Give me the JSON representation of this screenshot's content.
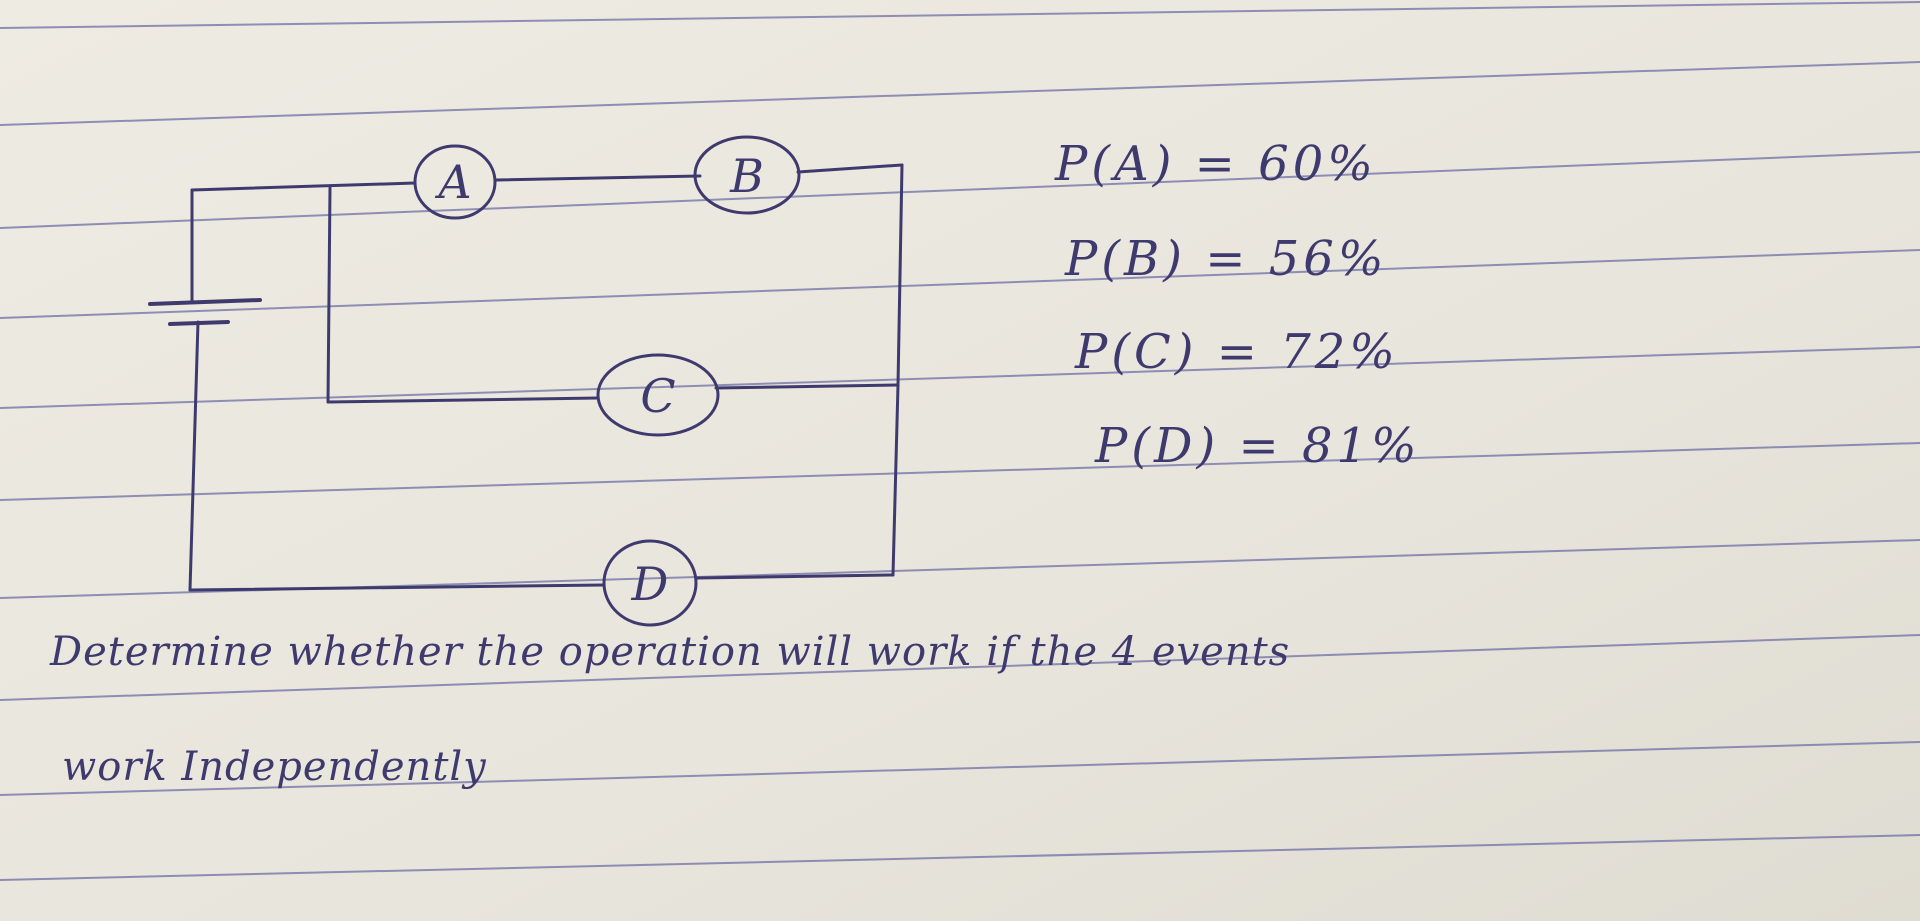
{
  "components": [
    {
      "id": "A",
      "label": "A"
    },
    {
      "id": "B",
      "label": "B"
    },
    {
      "id": "C",
      "label": "C"
    },
    {
      "id": "D",
      "label": "D"
    }
  ],
  "probabilities": [
    {
      "text": "P(A) = 60%"
    },
    {
      "text": "P(B) = 56%"
    },
    {
      "text": "P(C) = 72%"
    },
    {
      "text": "P(D) = 81%"
    }
  ],
  "problem": {
    "line1": "Determine whether the operation will work if the 4 events",
    "line2": "work Independently"
  },
  "colors": {
    "paper": "#e9e6dd",
    "rule_line": "#6f6fa6",
    "ink": "#3f3a6e"
  }
}
